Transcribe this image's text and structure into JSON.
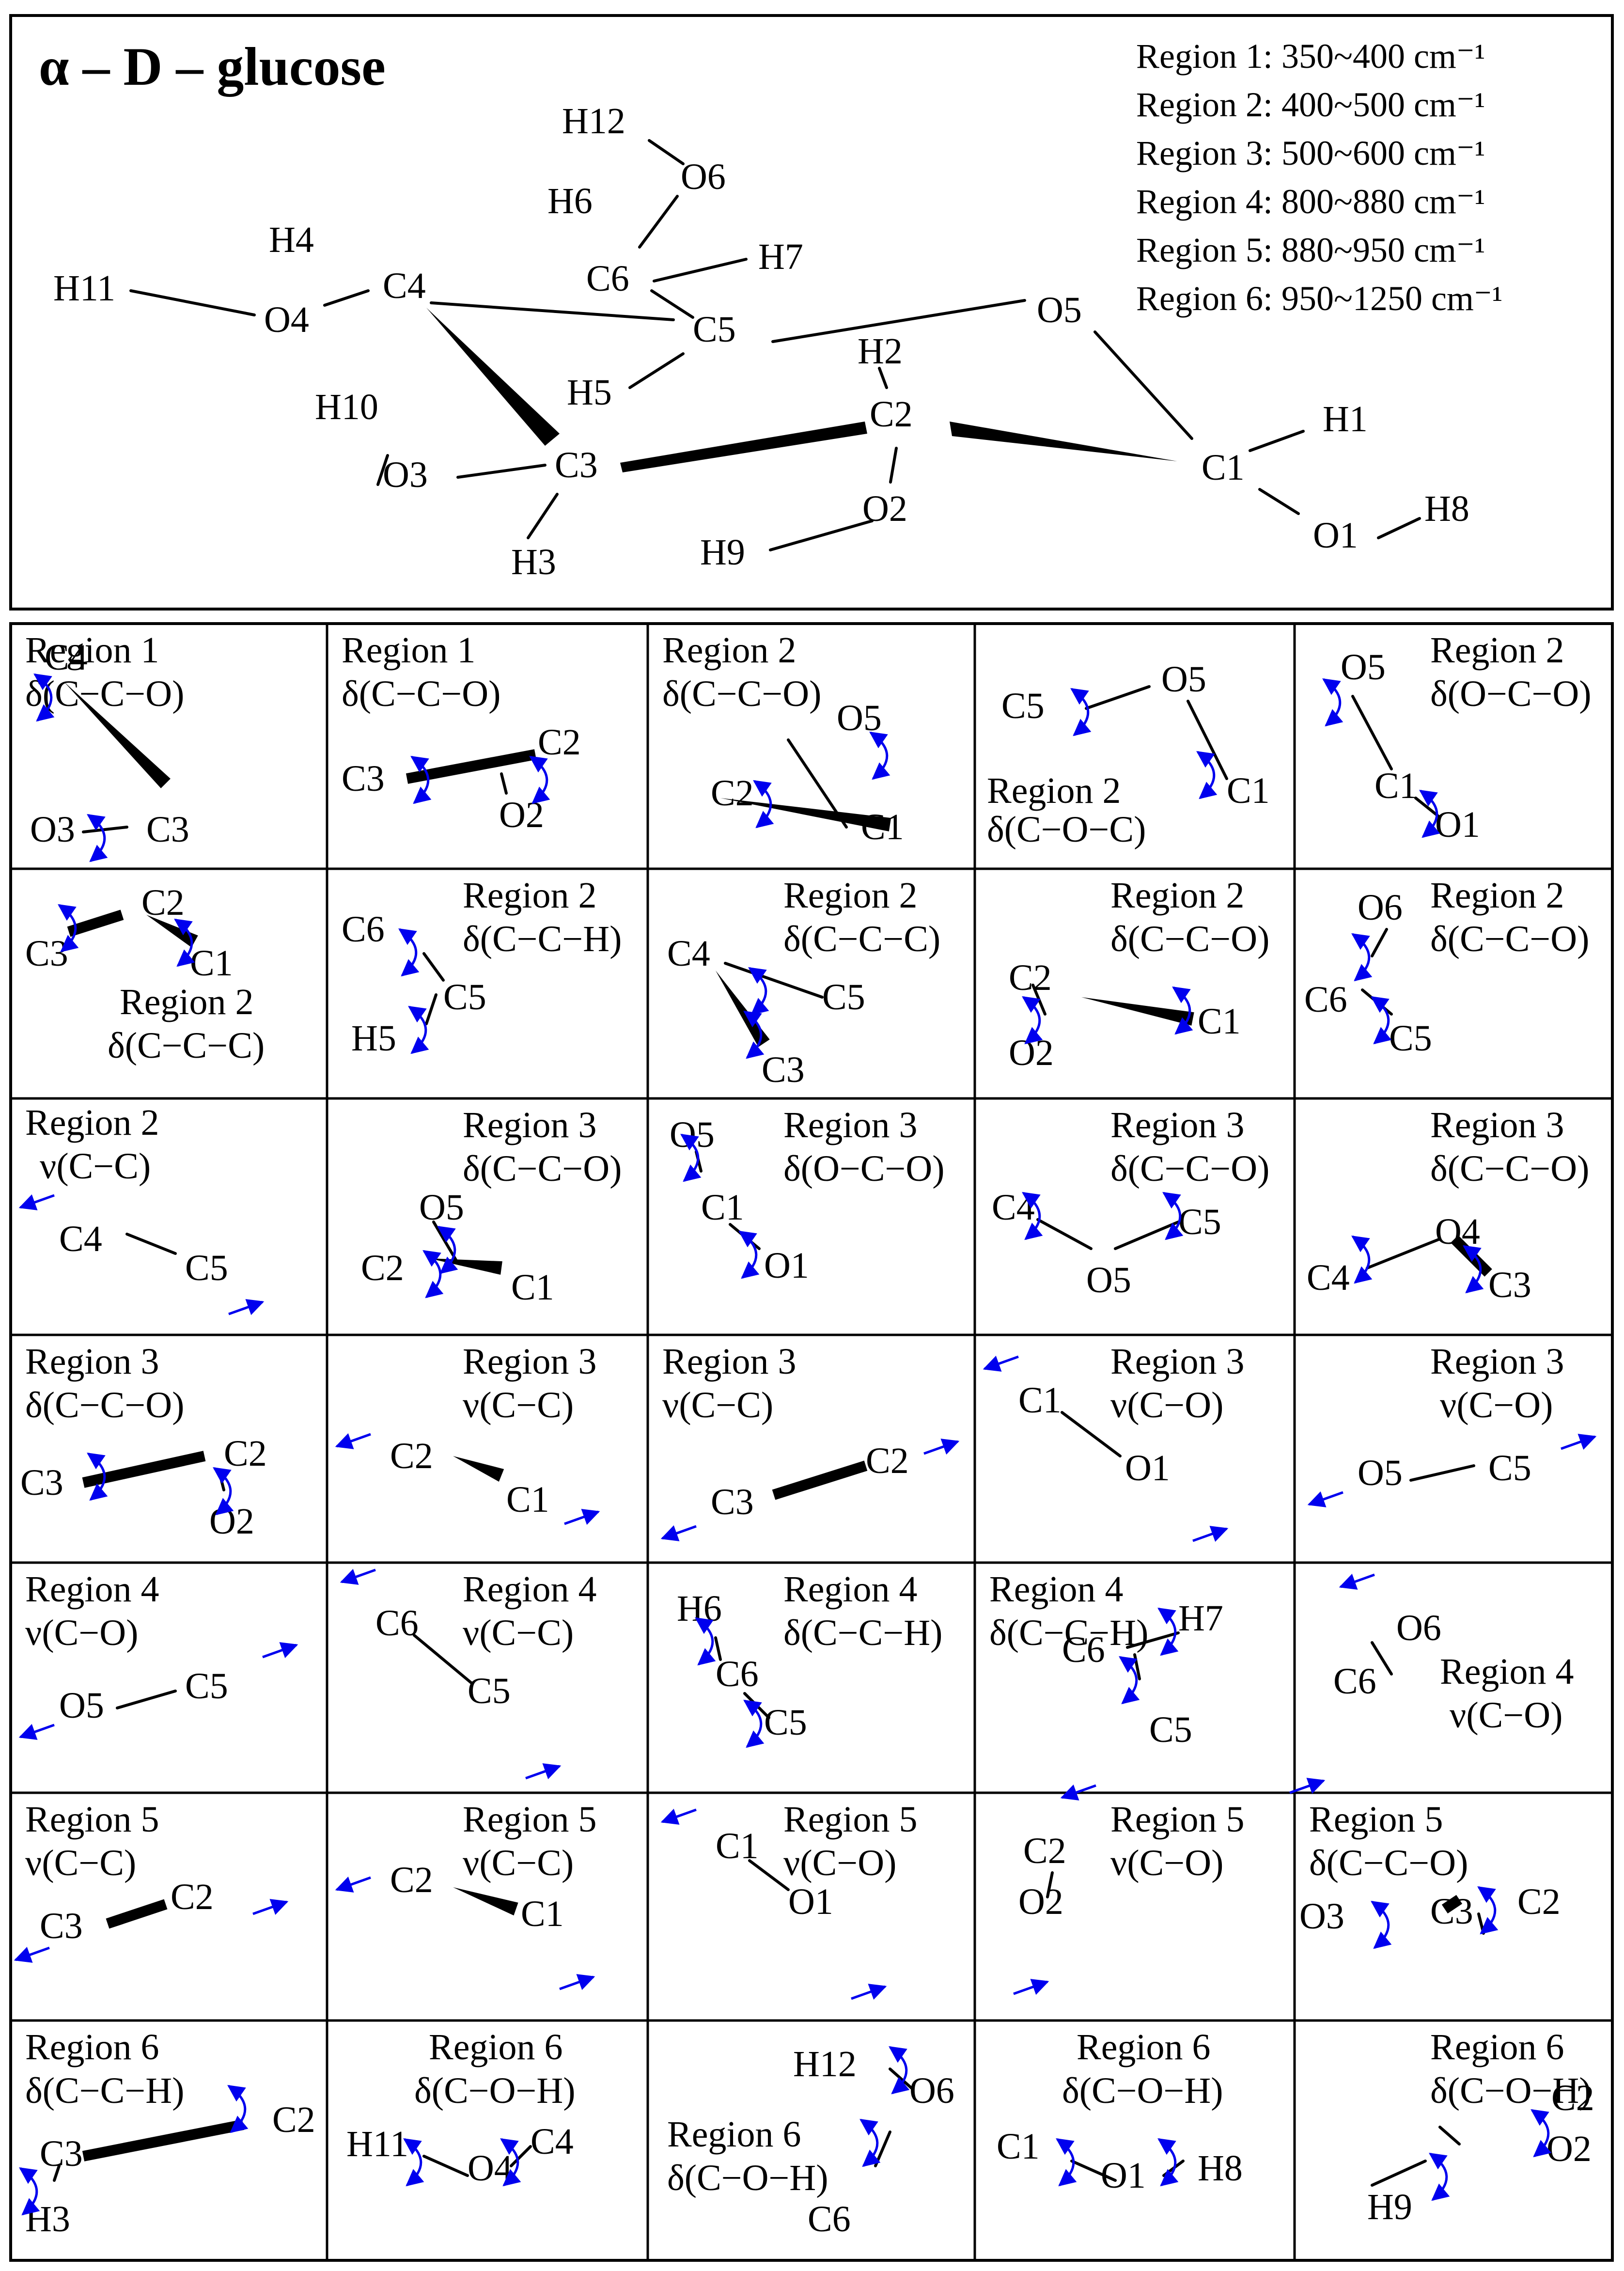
{
  "title": "α – D – glucose",
  "ranges": [
    "Region 1: 350~400 cm⁻¹",
    "Region 2: 400~500 cm⁻¹",
    "Region 3: 500~600 cm⁻¹",
    "Region 4: 800~880 cm⁻¹",
    "Region 5: 880~950 cm⁻¹",
    "Region 6: 950~1250 cm⁻¹"
  ],
  "structure_atoms": [
    "H12",
    "O6",
    "H6",
    "C6",
    "H7",
    "H4",
    "C4",
    "H11",
    "O4",
    "C5",
    "O5",
    "H2",
    "H5",
    "C2",
    "H10",
    "H1",
    "C3",
    "O3",
    "C1",
    "O2",
    "H8",
    "H3",
    "H9",
    "O1"
  ],
  "panels": [
    {
      "region": "Region 1",
      "mode": "δ(C−C−O)",
      "atoms": [
        "C4",
        "O3",
        "C3"
      ]
    },
    {
      "region": "Region 1",
      "mode": "δ(C−C−O)",
      "atoms": [
        "C2",
        "C3",
        "O2"
      ]
    },
    {
      "region": "Region 2",
      "mode": "δ(C−C−O)",
      "atoms": [
        "O5",
        "C2",
        "C1"
      ]
    },
    {
      "region": "Region 2",
      "mode": "δ(C−O−C)",
      "atoms": [
        "O5",
        "C5",
        "C1"
      ]
    },
    {
      "region": "Region 2",
      "mode": "δ(O−C−O)",
      "atoms": [
        "O5",
        "C1",
        "O1"
      ]
    },
    {
      "region": "Region 2",
      "mode": "δ(C−C−C)",
      "atoms": [
        "C2",
        "C3",
        "C1"
      ]
    },
    {
      "region": "Region 2",
      "mode": "δ(C−C−H)",
      "atoms": [
        "C6",
        "C5",
        "H5"
      ]
    },
    {
      "region": "Region 2",
      "mode": "δ(C−C−C)",
      "atoms": [
        "C4",
        "C5",
        "C3"
      ]
    },
    {
      "region": "Region 2",
      "mode": "δ(C−C−O)",
      "atoms": [
        "C2",
        "C1",
        "O2"
      ]
    },
    {
      "region": "Region 2",
      "mode": "δ(C−C−O)",
      "atoms": [
        "O6",
        "C6",
        "C5"
      ]
    },
    {
      "region": "Region 2",
      "mode": "ν(C−C)",
      "atoms": [
        "C4",
        "C5"
      ]
    },
    {
      "region": "Region 3",
      "mode": "δ(C−C−O)",
      "atoms": [
        "O5",
        "C2",
        "C1"
      ]
    },
    {
      "region": "Region 3",
      "mode": "δ(O−C−O)",
      "atoms": [
        "O5",
        "C1",
        "O1"
      ]
    },
    {
      "region": "Region 3",
      "mode": "δ(C−C−O)",
      "atoms": [
        "C4",
        "O5",
        "C5"
      ]
    },
    {
      "region": "Region 3",
      "mode": "δ(C−C−O)",
      "atoms": [
        "C4",
        "O4",
        "C3"
      ]
    },
    {
      "region": "Region 3",
      "mode": "δ(C−C−O)",
      "atoms": [
        "C2",
        "C3",
        "O2"
      ]
    },
    {
      "region": "Region 3",
      "mode": "ν(C−C)",
      "atoms": [
        "C2",
        "C1"
      ]
    },
    {
      "region": "Region 3",
      "mode": "ν(C−C)",
      "atoms": [
        "C2",
        "C3"
      ]
    },
    {
      "region": "Region 3",
      "mode": "ν(C−O)",
      "atoms": [
        "C1",
        "O1"
      ]
    },
    {
      "region": "Region 3",
      "mode": "ν(C−O)",
      "atoms": [
        "O5",
        "C5"
      ]
    },
    {
      "region": "Region 4",
      "mode": "ν(C−O)",
      "atoms": [
        "O5",
        "C5"
      ]
    },
    {
      "region": "Region 4",
      "mode": "ν(C−C)",
      "atoms": [
        "C6",
        "C5"
      ]
    },
    {
      "region": "Region 4",
      "mode": "δ(C−C−H)",
      "atoms": [
        "H6",
        "C6",
        "C5"
      ]
    },
    {
      "region": "Region 4",
      "mode": "δ(C−C−H)",
      "atoms": [
        "H7",
        "C6",
        "C5"
      ]
    },
    {
      "region": "Region 4",
      "mode": "ν(C−O)",
      "atoms": [
        "O6",
        "C6"
      ]
    },
    {
      "region": "Region 5",
      "mode": "ν(C−C)",
      "atoms": [
        "C2",
        "C3"
      ]
    },
    {
      "region": "Region 5",
      "mode": "ν(C−C)",
      "atoms": [
        "C2",
        "C1"
      ]
    },
    {
      "region": "Region 5",
      "mode": "ν(C−O)",
      "atoms": [
        "C1",
        "O1"
      ]
    },
    {
      "region": "Region 5",
      "mode": "ν(C−O)",
      "atoms": [
        "C2",
        "O2"
      ]
    },
    {
      "region": "Region 5",
      "mode": "δ(C−C−O)",
      "atoms": [
        "C2",
        "O3",
        "C3"
      ]
    },
    {
      "region": "Region 6",
      "mode": "δ(C−C−H)",
      "atoms": [
        "C2",
        "C3",
        "H3"
      ]
    },
    {
      "region": "Region 6",
      "mode": "δ(C−O−H)",
      "atoms": [
        "H11",
        "C4",
        "O4"
      ]
    },
    {
      "region": "Region 6",
      "mode": "δ(C−O−H)",
      "atoms": [
        "H12",
        "O6",
        "C6"
      ]
    },
    {
      "region": "Region 6",
      "mode": "δ(C−O−H)",
      "atoms": [
        "C1",
        "H8",
        "O1"
      ]
    },
    {
      "region": "Region 6",
      "mode": "δ(C−O−H)",
      "atoms": [
        "C2",
        "O2",
        "H9"
      ]
    }
  ]
}
